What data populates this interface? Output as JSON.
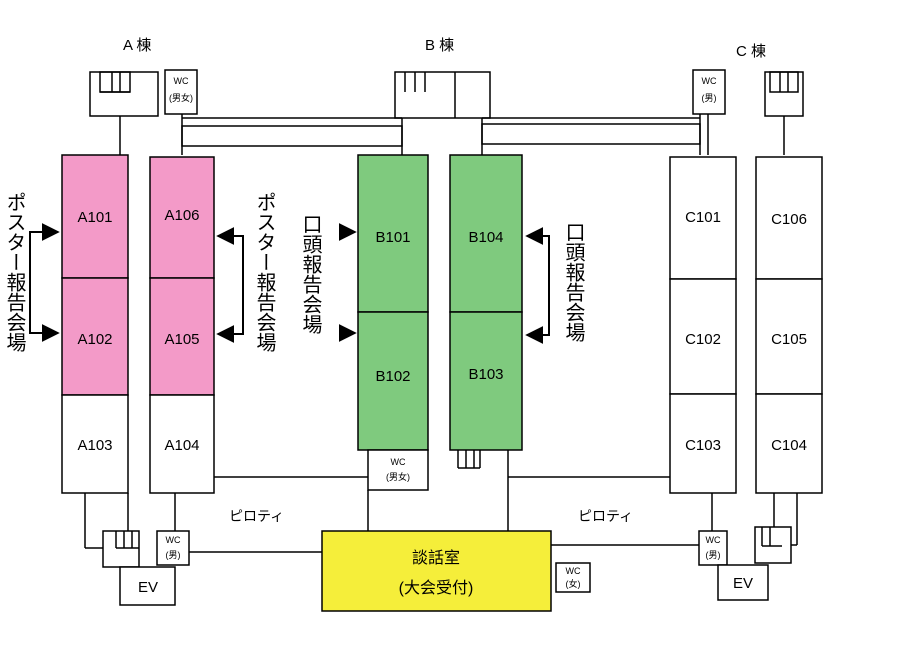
{
  "buildings": {
    "a": "A 棟",
    "b": "B 棟",
    "c": "C 棟"
  },
  "rooms": {
    "A101": "A101",
    "A102": "A102",
    "A103": "A103",
    "A104": "A104",
    "A105": "A105",
    "A106": "A106",
    "B101": "B101",
    "B102": "B102",
    "B103": "B103",
    "B104": "B104",
    "C101": "C101",
    "C102": "C102",
    "C103": "C103",
    "C104": "C104",
    "C105": "C105",
    "C106": "C106"
  },
  "venues": {
    "poster": "ポスター報告会場",
    "oral": "口頭報告会場"
  },
  "wc": {
    "label": "WC",
    "unisex": "(男女)",
    "male": "(男)",
    "female": "(女)"
  },
  "ev": "EV",
  "pilotis": "ピロティ",
  "lounge": {
    "line1": "談話室",
    "line2": "(大会受付)"
  },
  "colors": {
    "poster": "#f39ac8",
    "oral": "#7fca7e",
    "lounge": "#f5ee3a"
  }
}
